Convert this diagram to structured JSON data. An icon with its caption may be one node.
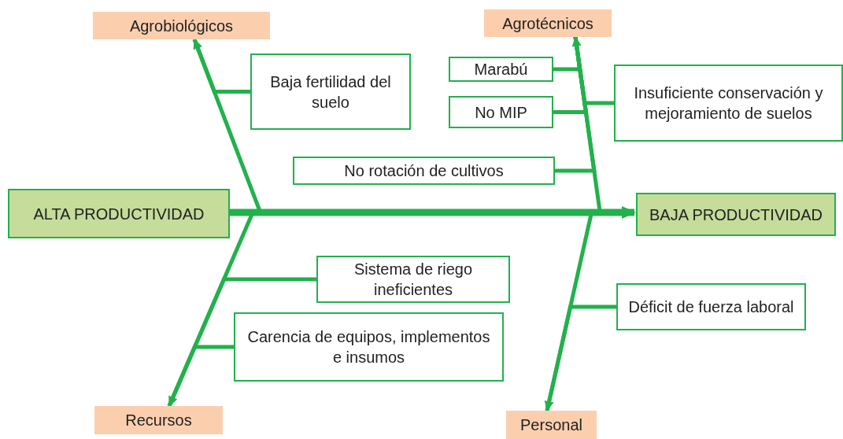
{
  "diagram": {
    "nodes": [
      {
        "text": [
          "Agrobiológicos"
        ]
      },
      {
        "text": [
          "Agrotécnicos"
        ]
      },
      {
        "text": [
          "Baja fertilidad del suelo"
        ]
      },
      {
        "text": [
          "Marabú"
        ]
      },
      {
        "text": [
          "No MIP"
        ]
      },
      {
        "text": [
          "Insuficiente conservación y mejoramiento de suelos"
        ]
      },
      {
        "text": [
          "No rotación de cultivos"
        ]
      },
      {
        "text": [
          "ALTA PRODUCTIVIDAD"
        ]
      },
      {
        "text": [
          "BAJA PRODUCTIVIDAD"
        ]
      },
      {
        "text": [
          "Sistema de riego ineficientes"
        ]
      },
      {
        "text": [
          "Déficit de fuerza laboral"
        ]
      },
      {
        "text": [
          "Carencia de equipos, implementos e insumos"
        ]
      },
      {
        "text": [
          "Recursos"
        ]
      },
      {
        "text": [
          "Personal"
        ]
      }
    ],
    "edges": [
      {
        "from": 7,
        "to": 8,
        "arrow": "to",
        "style": "thick"
      },
      {
        "from": null,
        "to": 0,
        "arrow": "to"
      },
      {
        "from": null,
        "to": 1,
        "arrow": "to"
      },
      {
        "from": null,
        "to": 12,
        "arrow": "to"
      },
      {
        "from": null,
        "to": 13,
        "arrow": "to"
      },
      {
        "from": 2,
        "to": 0,
        "arrow": "none"
      },
      {
        "from": 3,
        "to": 1,
        "arrow": "none"
      },
      {
        "from": 4,
        "to": 1,
        "arrow": "none"
      },
      {
        "from": 5,
        "to": 1,
        "arrow": "none"
      },
      {
        "from": 6,
        "to": 1,
        "arrow": "none"
      },
      {
        "from": 9,
        "to": 12,
        "arrow": "none"
      },
      {
        "from": 11,
        "to": 12,
        "arrow": "none"
      },
      {
        "from": 10,
        "to": 13,
        "arrow": "none"
      }
    ]
  }
}
